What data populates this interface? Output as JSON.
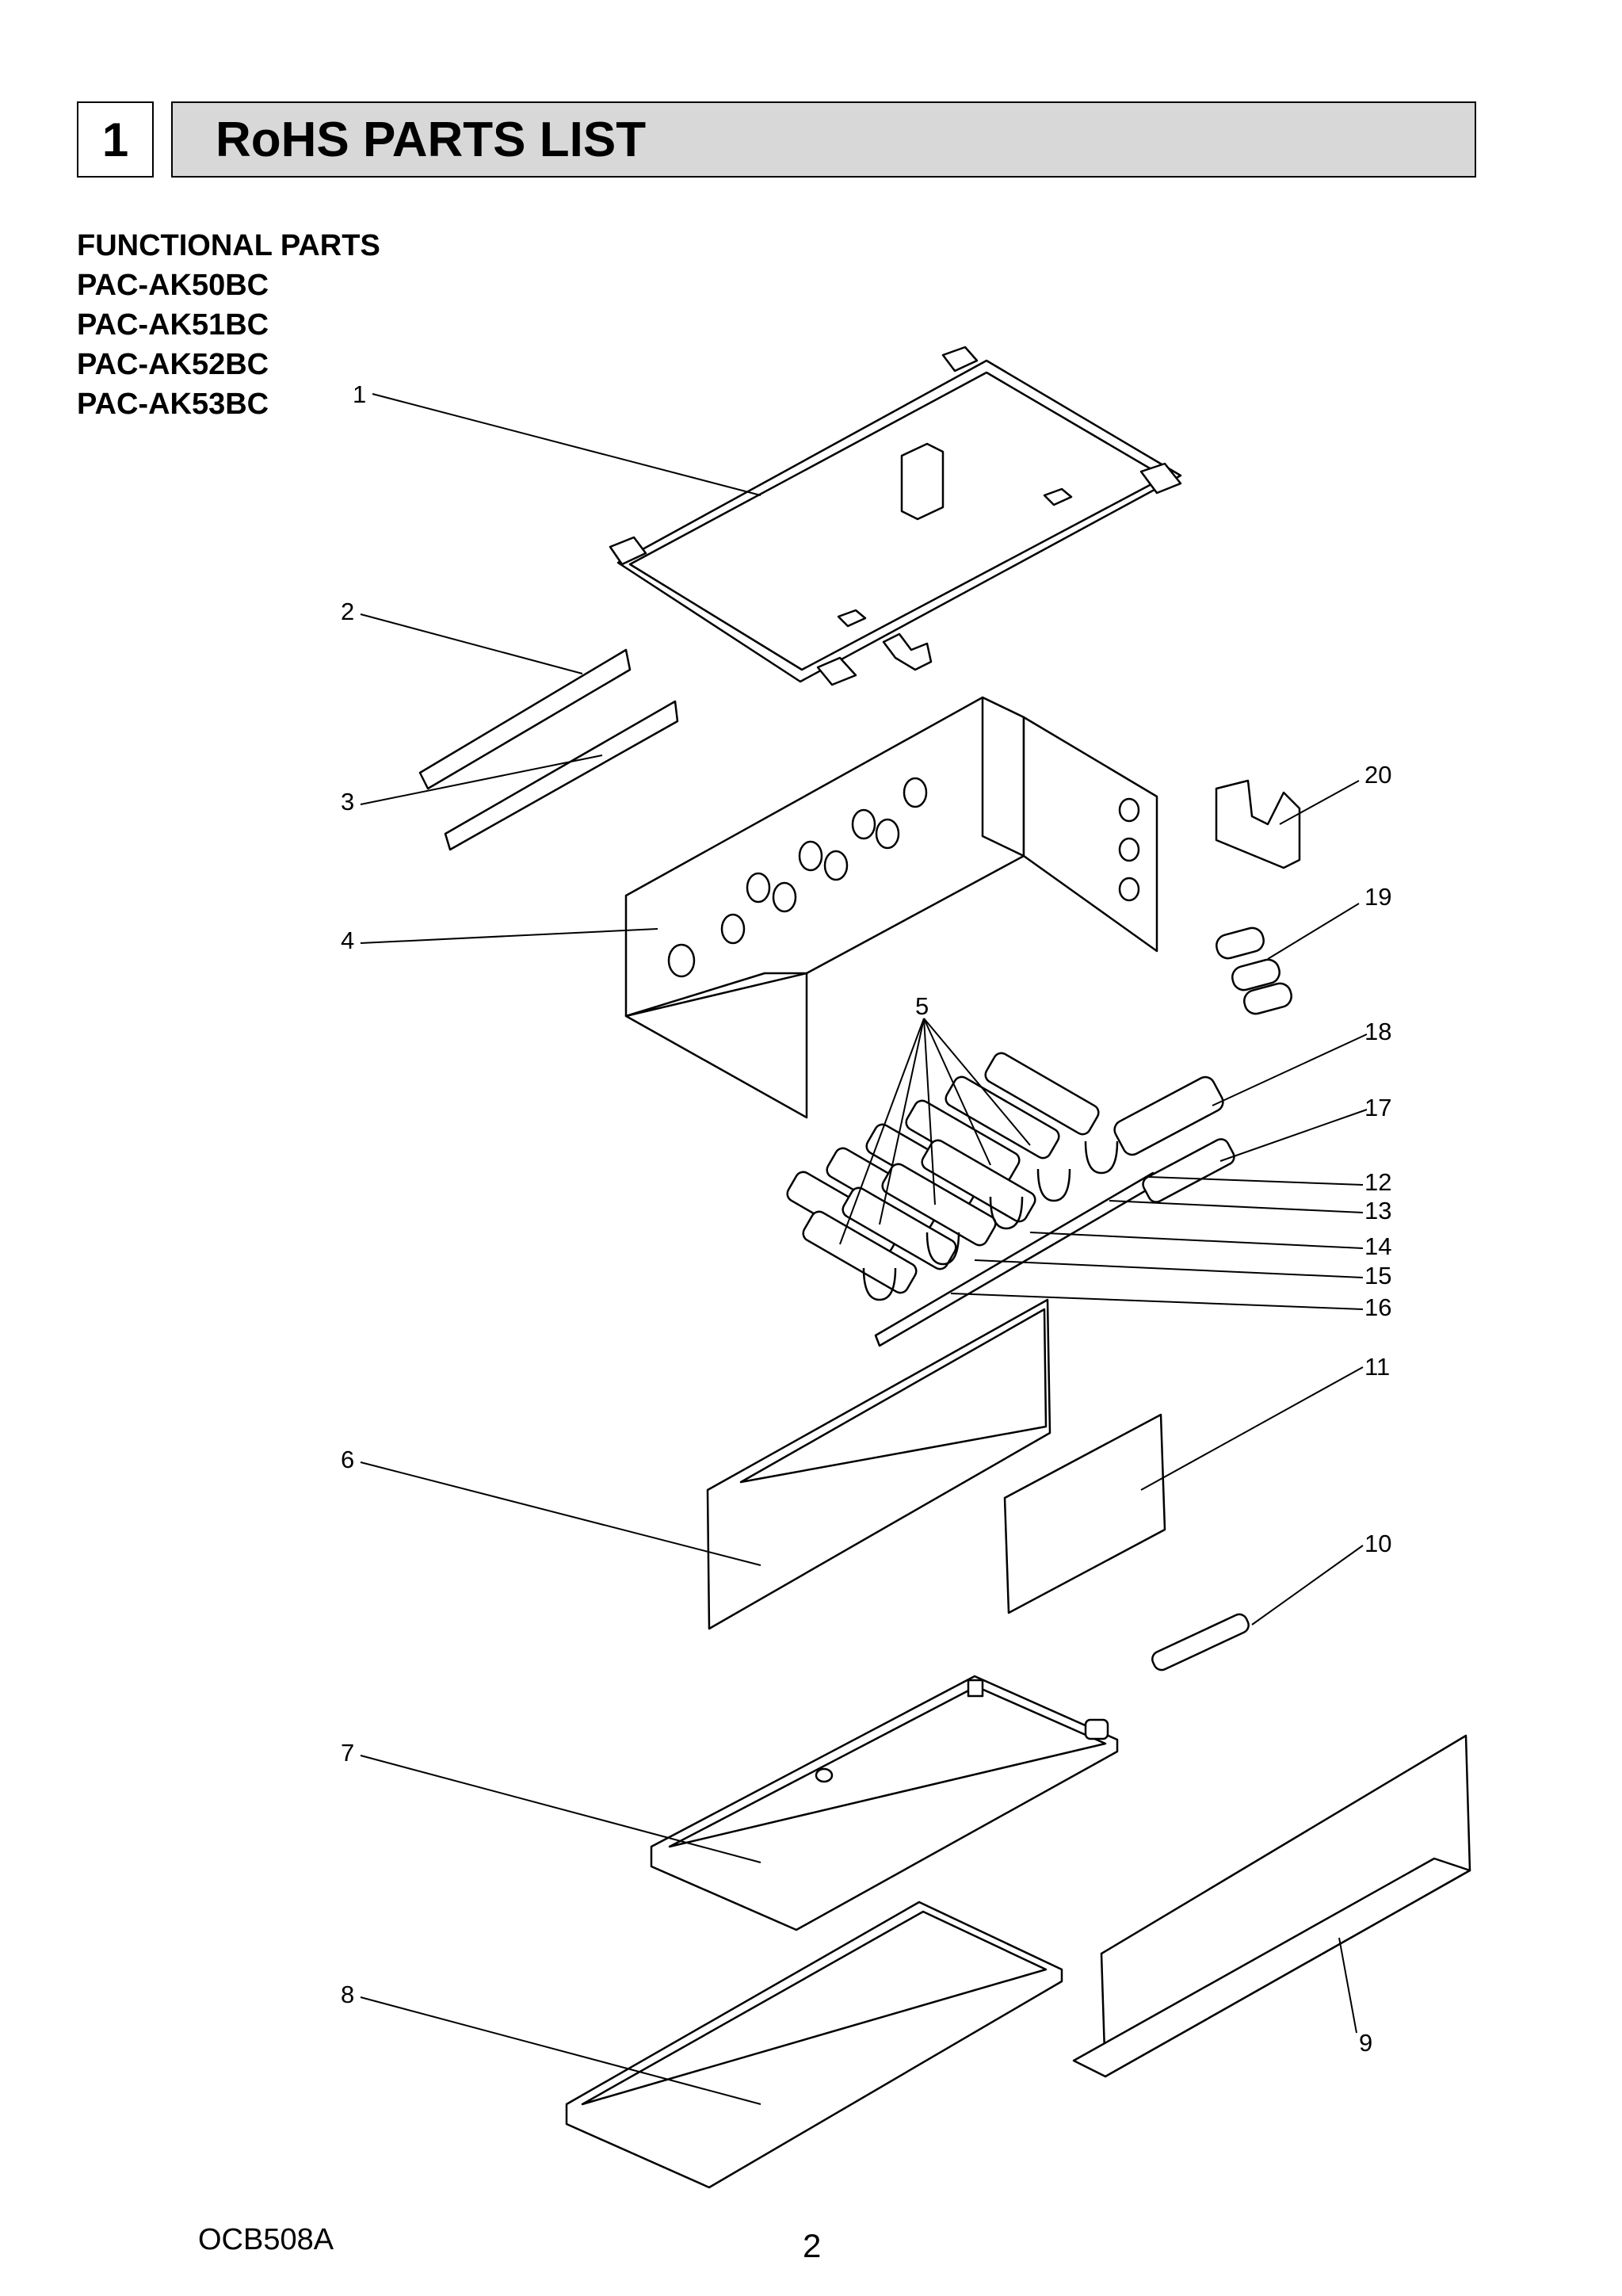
{
  "header": {
    "section_number": "1",
    "title": "RoHS PARTS LIST"
  },
  "subtitle": {
    "category": "FUNCTIONAL PARTS",
    "models": [
      "PAC-AK50BC",
      "PAC-AK51BC",
      "PAC-AK52BC",
      "PAC-AK53BC"
    ]
  },
  "diagram": {
    "callouts": [
      "1",
      "2",
      "3",
      "4",
      "5",
      "6",
      "7",
      "8",
      "9",
      "10",
      "11",
      "12",
      "13",
      "14",
      "15",
      "16",
      "17",
      "18",
      "19",
      "20"
    ]
  },
  "footer": {
    "doc_code": "OCB508A",
    "page": "2"
  }
}
